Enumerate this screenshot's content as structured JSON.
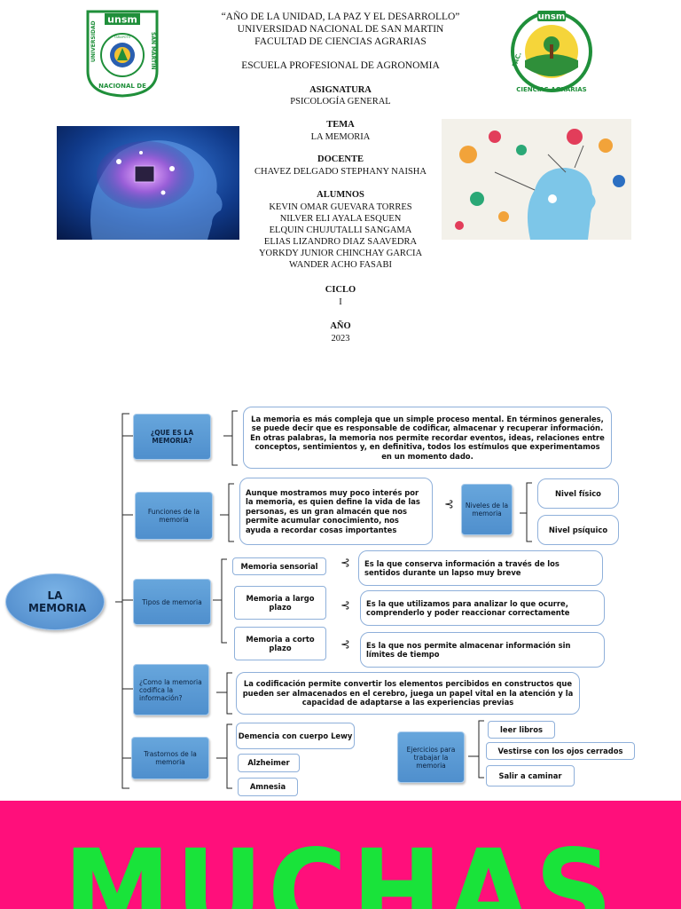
{
  "header": {
    "motto": "“AÑO DE LA UNIDAD, LA PAZ Y EL DESARROLLO”",
    "university": "UNIVERSIDAD NACIONAL DE SAN MARTIN",
    "faculty": "FACULTAD DE CIENCIAS AGRARIAS",
    "school": "ESCUELA PROFESIONAL DE AGRONOMIA",
    "subject_label": "ASIGNATURA",
    "subject": "PSICOLOGÍA GENERAL",
    "topic_label": "TEMA",
    "topic": "LA MEMORIA",
    "teacher_label": "DOCENTE",
    "teacher": "CHAVEZ DELGADO STEPHANY NAISHA",
    "students_label": "ALUMNOS",
    "students": [
      "KEVIN OMAR GUEVARA TORRES",
      "NILVER ELI AYALA ESQUEN",
      "ELQUIN CHUJUTALLI SANGAMA",
      "ELIAS LIZANDRO DIAZ SAAVEDRA",
      "YORKDY JUNIOR CHINCHAY GARCIA",
      "WANDER ACHO FASABI"
    ],
    "cycle_label": "CICLO",
    "cycle": "I",
    "year_label": "AÑO",
    "year": "2023"
  },
  "logos": {
    "left": {
      "top": "unsm",
      "ring": "UNIVERSIDAD NACIONAL DE SAN MARTIN",
      "inner": "TARAPOTO"
    },
    "right": {
      "top": "unsm",
      "ring": "FAC. CIENCIAS AGRARIAS"
    }
  },
  "map": {
    "root": "LA MEMORIA",
    "q1": {
      "label": "¿QUE ES LA MEMORIA?",
      "text": "La memoria es más compleja que un simple proceso mental. En términos generales, se puede decir que es responsable de codificar, almacenar y recuperar información. En otras palabras, la memoria nos permite recordar eventos, ideas, relaciones entre conceptos, sentimientos y, en definitiva, todos los estímulos que experimentamos en un momento dado."
    },
    "functions": {
      "label": "Funciones de la memoria",
      "text": "Aunque mostramos muy poco interés por la memoria, es quien define la vida de las personas, es un gran almacén que nos permite acumular conocimiento, nos ayuda a recordar cosas importantes",
      "levels_label": "Niveles de la memoria",
      "levels": [
        "Nivel físico",
        "Nivel psíquico"
      ]
    },
    "types": {
      "label": "Tipos de memoria",
      "items": [
        {
          "name": "Memoria sensorial",
          "desc": "Es la que conserva información a través de los sentidos durante un lapso muy breve"
        },
        {
          "name": "Memoria a largo plazo",
          "desc": "Es la que utilizamos para analizar lo que ocurre, comprenderlo y poder reaccionar correctamente"
        },
        {
          "name": "Memoria a corto plazo",
          "desc": "Es la que nos permite almacenar información sin límites de tiempo"
        }
      ]
    },
    "coding": {
      "label": "¿Como la memoria codifica la información?",
      "text": "La codificación permite convertir los elementos percibidos en constructos que pueden ser almacenados en el cerebro, juega un papel vital en la atención y la capacidad de adaptarse a las experiencias previas"
    },
    "disorders": {
      "label": "Trastornos de la memoria",
      "items": [
        "Demencia con cuerpo Lewy",
        "Alzheimer",
        "Amnesia"
      ]
    },
    "exercises": {
      "label": "Ejercicios para trabajar la memoria",
      "items": [
        "leer libros",
        "Vestirse con los ojos cerrados",
        "Salir a caminar"
      ]
    }
  },
  "banner": {
    "text": "MUCHAS",
    "background": "#ff0f7b",
    "text_color": "#19e33a"
  },
  "colors": {
    "unsm_green": "#1f8f3a",
    "node_blue": "#5a9ad6",
    "box_border": "#8fb0da"
  }
}
